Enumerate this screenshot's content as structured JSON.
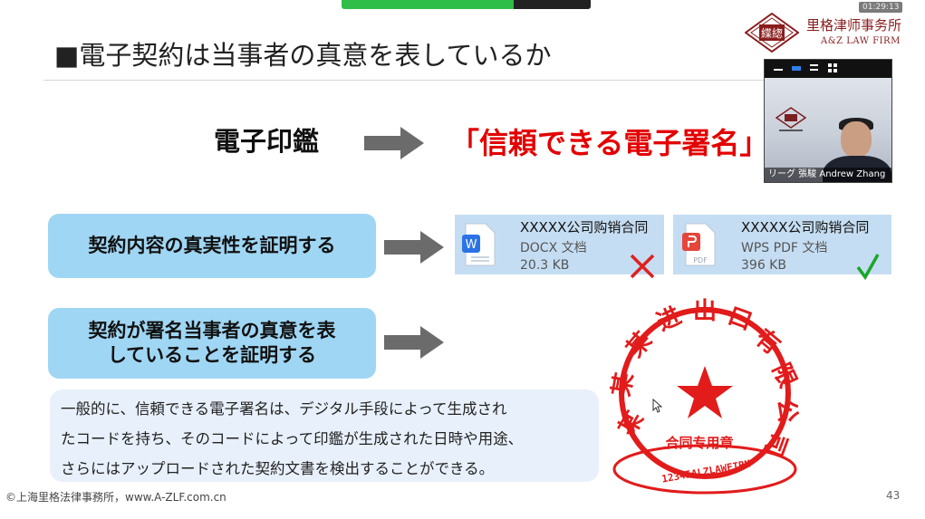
{
  "slide": {
    "title": "■電子契約は当事者の真意を表しているか",
    "left_heading": "電子印鑑",
    "right_heading": "「信頼できる電子署名」",
    "box1": "契約内容の真実性を証明する",
    "box2_line1": "契約が署名当事者の真意を表",
    "box2_line2": "していることを証明する",
    "para_lines": [
      "一般的に、信頼できる電子署名は、デジタル手段によって生成され",
      "たコードを持ち、そのコードによって印鑑が生成された日時や用途、",
      "さらにはアップロードされた契約文書を検出することができる。"
    ],
    "files": [
      {
        "name": "XXXXX公司购销合同",
        "type": "DOCX 文档",
        "size": "20.3 KB",
        "icon": "word-doc-icon",
        "mark": "✕",
        "mark_color": "#e02020"
      },
      {
        "name": "XXXXX公司购销合同",
        "type": "WPS PDF 文档",
        "size": "396 KB",
        "icon": "pdf-doc-icon",
        "mark": "√",
        "mark_color": "#1aa72a"
      }
    ],
    "footer": "©上海里格法律事務所，www.A-ZLF.com.cn",
    "page_number": "43"
  },
  "logo": {
    "emblem_text": "緤緫",
    "firm_cn": "里格津师事务所",
    "firm_en": "A&Z LAW FIRM",
    "color": "#8a1d1d"
  },
  "meeting": {
    "time_badge": "01:29:13",
    "caption": "リーグ 張駿 Andrew Zhang"
  },
  "seal": {
    "arc_text": "某某某进出口有限公司",
    "center_text": "合同专用章",
    "number": "12345ALZLAWFIRM",
    "color": "#e21b1b"
  },
  "colors": {
    "blue_box": "#9fd6f3",
    "file_card": "#c5ddf2",
    "para_bg": "#e8f0fb",
    "accent_red": "#e30000",
    "arrow_gray": "#6b6b6b"
  }
}
